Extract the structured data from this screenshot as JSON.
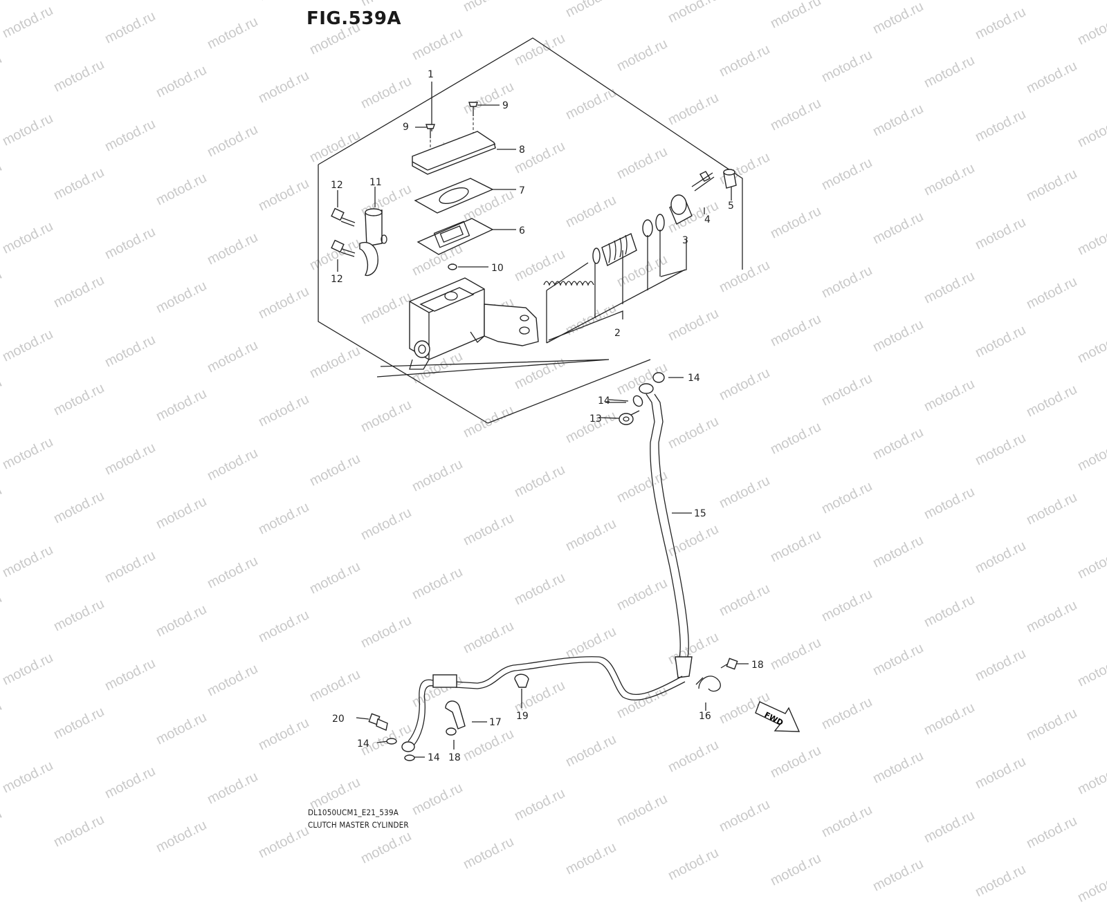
{
  "figure": {
    "title": "FIG.539A"
  },
  "watermark": {
    "text": "motod.ru"
  },
  "footer": {
    "code": "DL1050UCM1_E21_539A",
    "caption": "CLUTCH MASTER CYLINDER"
  },
  "fwd_label": "FWD",
  "callouts": [
    "1",
    "2",
    "3",
    "4",
    "5",
    "6",
    "7",
    "8",
    "9",
    "9",
    "10",
    "11",
    "12",
    "12",
    "13",
    "14",
    "14",
    "14",
    "14",
    "15",
    "16",
    "17",
    "18",
    "18",
    "19",
    "20"
  ]
}
